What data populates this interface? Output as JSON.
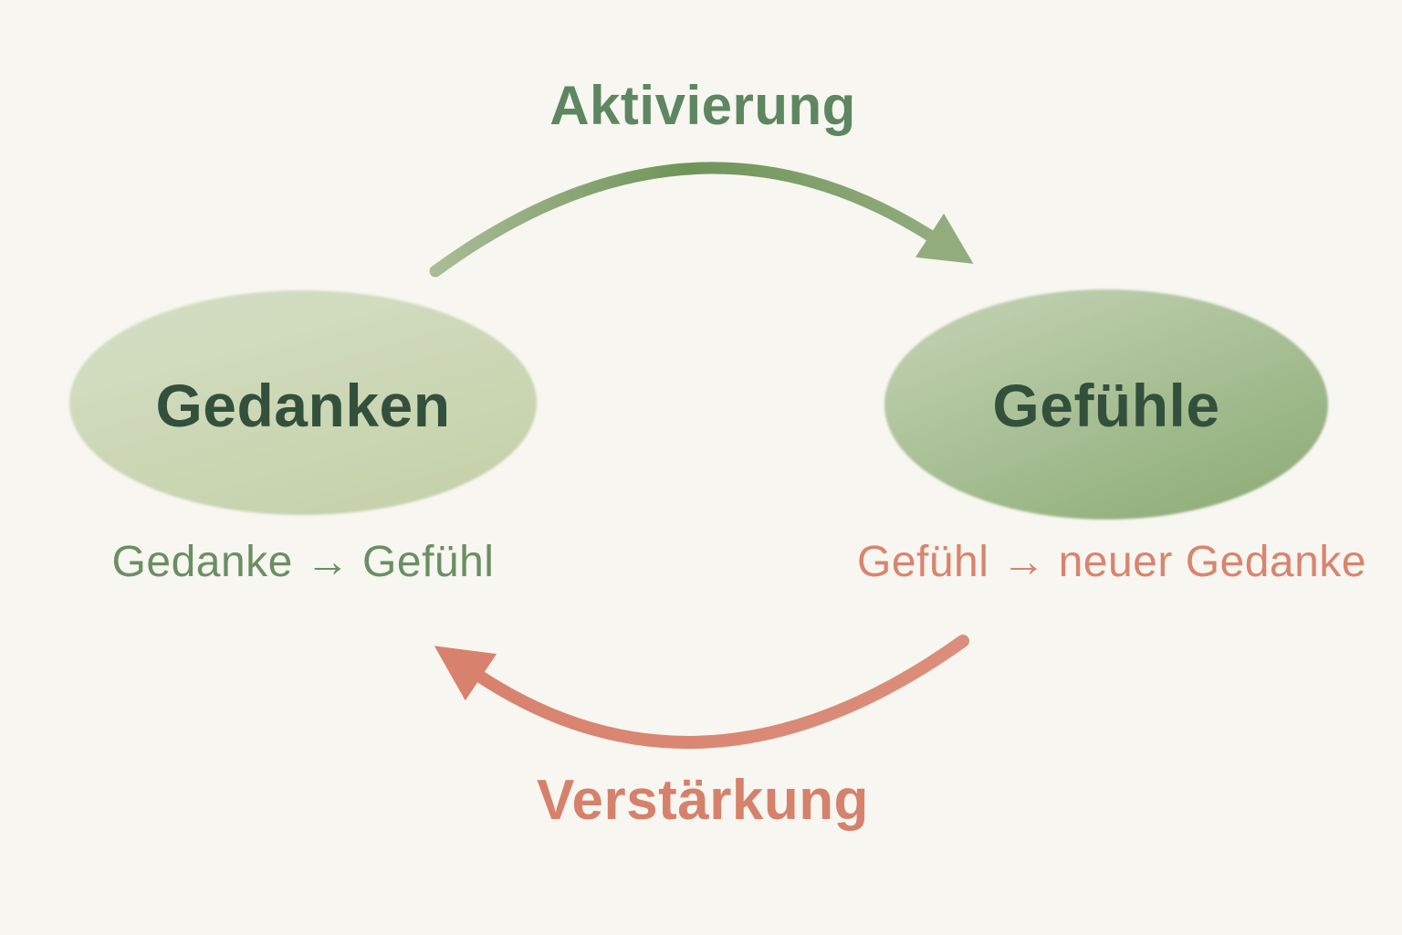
{
  "diagram": {
    "type": "cycle",
    "language": "de",
    "nodes": {
      "thoughts": {
        "label": "Gedanken",
        "sublabel": "Gedanke → Gefühl"
      },
      "feelings": {
        "label": "Gefühle",
        "sublabel": "Gefühl → neuer Gedanke"
      }
    },
    "arrows": {
      "activation": {
        "label": "Aktivierung",
        "from": "Gedanken",
        "to": "Gefühle",
        "direction": "left-to-right-over-top"
      },
      "reinforcement": {
        "label": "Verstärkung",
        "from": "Gefühle",
        "to": "Gedanken",
        "direction": "right-to-left-under-bottom"
      }
    }
  },
  "colors": {
    "background": "#f7f6f1",
    "left_node_fill_top": "#d6dfc6",
    "left_node_fill_bottom": "#c6d2ab",
    "right_node_fill_top": "#c6d4b6",
    "right_node_fill_bottom": "#90ae7a",
    "node_label_text": "#33503c",
    "activation_label_text": "#5e8660",
    "thoughts_sublabel_text": "#6a8f62",
    "salmon_text": "#d9846e",
    "top_arrow_tail": "#a9bc97",
    "top_arrow_mid": "#6f9459",
    "top_arrow_head": "#93ac7e",
    "bottom_arrow_tail": "#db8e7b",
    "bottom_arrow_head": "#d8826e"
  }
}
